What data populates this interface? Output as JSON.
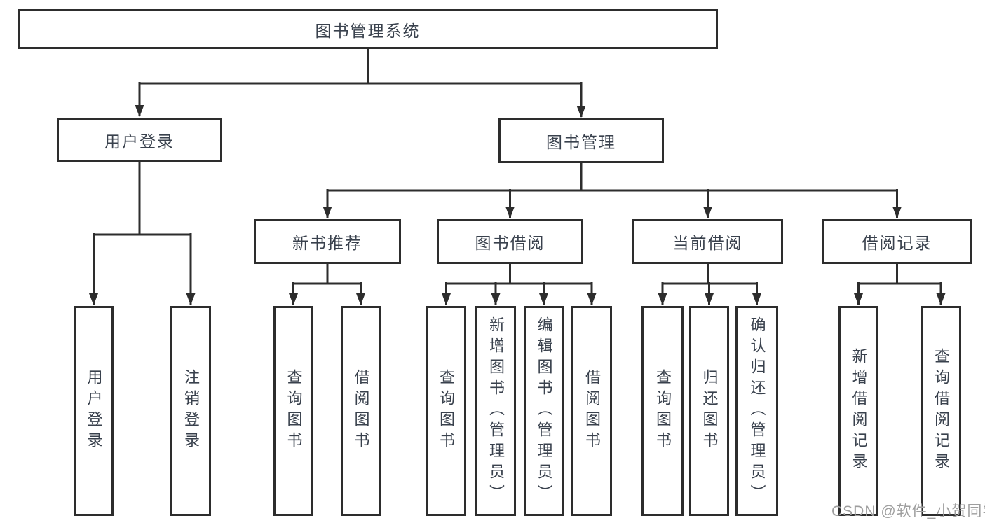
{
  "diagram": {
    "root": {
      "label": "图书管理系统"
    },
    "level2": [
      {
        "label": "用户登录"
      },
      {
        "label": "图书管理"
      }
    ],
    "level3": [
      {
        "label": "新书推荐"
      },
      {
        "label": "图书借阅"
      },
      {
        "label": "当前借阅"
      },
      {
        "label": "借阅记录"
      }
    ],
    "leaves": [
      {
        "label": "用户登录"
      },
      {
        "label": "注销登录"
      },
      {
        "label": "查询图书"
      },
      {
        "label": "借阅图书"
      },
      {
        "label": "查询图书"
      },
      {
        "label": "新增图书（管理员）"
      },
      {
        "label": "编辑图书（管理员）"
      },
      {
        "label": "借阅图书"
      },
      {
        "label": "查询图书"
      },
      {
        "label": "归还图书"
      },
      {
        "label": "确认归还（管理员）"
      },
      {
        "label": "新增借阅记录"
      },
      {
        "label": "查询借阅记录"
      }
    ]
  },
  "watermark": {
    "text": "CSDN @软件_小贺同学"
  },
  "colors": {
    "line": "#2d2d2d",
    "text": "#39414d",
    "box_background": "#ffffff",
    "watermark": "#9e9e9e"
  }
}
